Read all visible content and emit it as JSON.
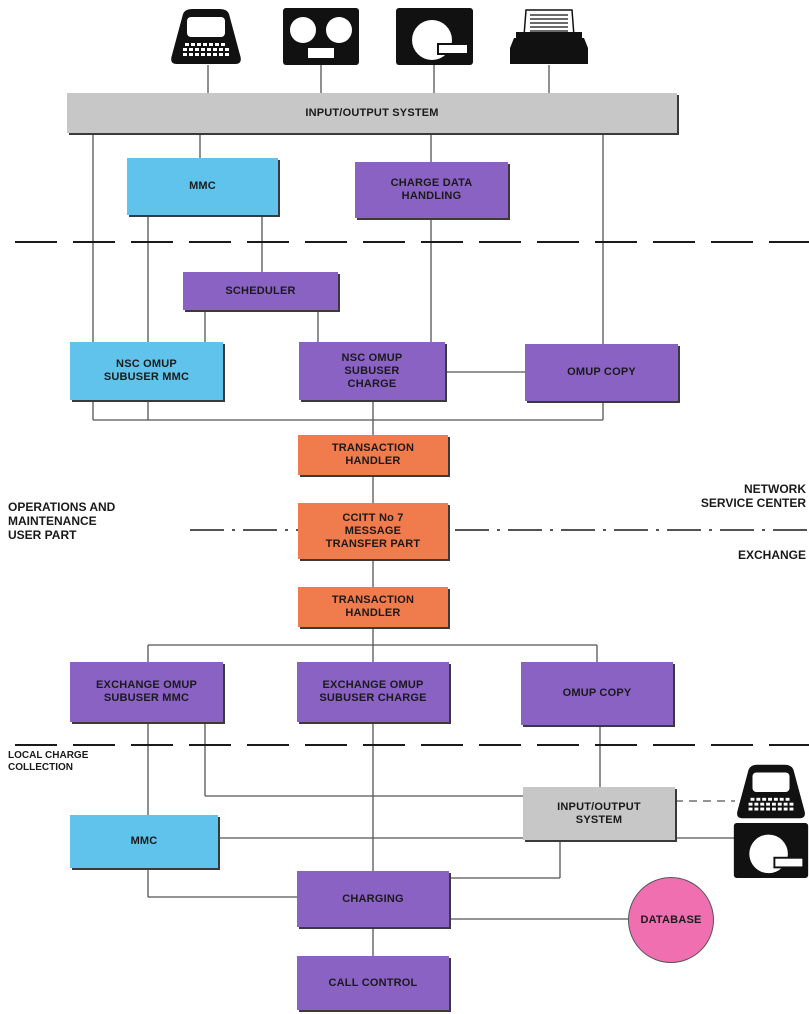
{
  "top": {
    "io_system": "INPUT/OUTPUT SYSTEM",
    "mmc": "MMC",
    "charge_data_handling": "CHARGE DATA\nHANDLING",
    "scheduler": "SCHEDULER",
    "nsc_omup_subuser_mmc": "NSC OMUP\nSUBUSER MMC",
    "nsc_omup_subuser_charge": "NSC OMUP\nSUBUSER\nCHARGE",
    "omup_copy": "OMUP COPY"
  },
  "middle": {
    "transaction_handler_upper": "TRANSACTION\nHANDLER",
    "message_transfer_part": "CCITT No 7\nMESSAGE\nTRANSFER PART",
    "transaction_handler_lower": "TRANSACTION\nHANDLER"
  },
  "bottom": {
    "exchange_omup_subuser_mmc": "EXCHANGE OMUP\nSUBUSER MMC",
    "exchange_omup_subuser_charge": "EXCHANGE OMUP\nSUBUSER CHARGE",
    "omup_copy": "OMUP COPY",
    "io_system": "INPUT/OUTPUT\nSYSTEM",
    "mmc": "MMC",
    "charging": "CHARGING",
    "database": "DATABASE",
    "call_control": "CALL CONTROL"
  },
  "labels": {
    "operations_maintenance": "OPERATIONS AND\nMAINTENANCE\nUSER PART",
    "network_service_center": "NETWORK\nSERVICE CENTER",
    "exchange": "EXCHANGE",
    "local_charge_collection": "LOCAL CHARGE\nCOLLECTION"
  },
  "icons": [
    "terminal-icon",
    "tape-drive-icon",
    "disk-drive-icon",
    "printer-icon",
    "terminal-icon",
    "disk-drive-icon"
  ],
  "colors": {
    "blue": "#5fc3ec",
    "purple": "#8a62c4",
    "orange": "#f07b4c",
    "grey": "#c7c7c7",
    "pink": "#f06fb0"
  }
}
